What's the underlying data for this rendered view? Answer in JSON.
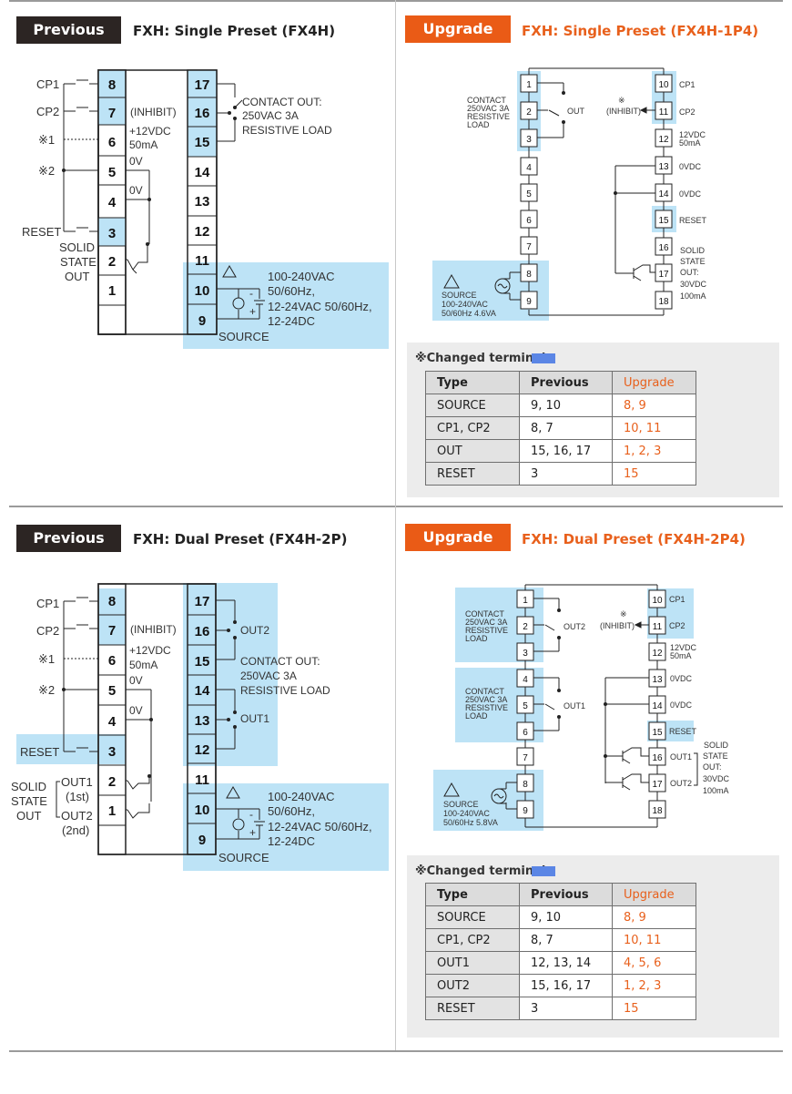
{
  "badges": {
    "previous": "Previous",
    "upgrade": "Upgrade"
  },
  "titles": {
    "tl": "FXH: Single Preset (FX4H)",
    "tr": "FXH: Single Preset (FX4H-1P4)",
    "bl": "FXH: Dual Preset (FX4H-2P)",
    "br": "FXH: Dual Preset (FX4H-2P4)"
  },
  "changed_terminal_label": "※Changed terminal",
  "table_headers": [
    "Type",
    "Previous",
    "Upgrade"
  ],
  "table_single": [
    [
      "SOURCE",
      "9, 10",
      "8, 9"
    ],
    [
      "CP1, CP2",
      "8, 7",
      "10, 11"
    ],
    [
      "OUT",
      "15, 16, 17",
      "1, 2, 3"
    ],
    [
      "RESET",
      "3",
      "15"
    ]
  ],
  "table_dual": [
    [
      "SOURCE",
      "9, 10",
      "8, 9"
    ],
    [
      "CP1, CP2",
      "8, 7",
      "10, 11"
    ],
    [
      "OUT1",
      "12, 13, 14",
      "4, 5, 6"
    ],
    [
      "OUT2",
      "15, 16, 17",
      "1, 2, 3"
    ],
    [
      "RESET",
      "3",
      "15"
    ]
  ],
  "single_prev": {
    "left_terminals": [
      "8",
      "7",
      "6",
      "5",
      "4",
      "3",
      "2",
      "1"
    ],
    "right_terminals": [
      "17",
      "16",
      "15",
      "14",
      "13",
      "12",
      "11",
      "10",
      "9"
    ],
    "left_labels": {
      "cp1": "CP1",
      "cp2": "CP2",
      "n1": "※1",
      "n2": "※2",
      "reset": "RESET",
      "solid1": "SOLID",
      "solid2": "STATE",
      "solid3": "OUT"
    },
    "center": {
      "inhibit": "(INHIBIT)",
      "v12": "+12VDC",
      "ma": "50mA",
      "zv1": "0V",
      "zv2": "0V"
    },
    "contact": [
      "CONTACT OUT:",
      "250VAC 3A",
      "RESISTIVE LOAD"
    ],
    "source": [
      "100-240VAC",
      "50/60Hz,",
      "12-24VAC 50/60Hz,",
      "12-24DC"
    ],
    "source_label": "SOURCE",
    "polarity": [
      "-",
      "+"
    ]
  },
  "dual_prev": {
    "left_terminals": [
      "8",
      "7",
      "6",
      "5",
      "4",
      "3",
      "2",
      "1"
    ],
    "right_terminals": [
      "17",
      "16",
      "15",
      "14",
      "13",
      "12",
      "11",
      "10",
      "9"
    ],
    "left_labels": {
      "cp1": "CP1",
      "cp2": "CP2",
      "n1": "※1",
      "n2": "※2",
      "reset": "RESET",
      "solid1": "SOLID",
      "solid2": "STATE",
      "solid3": "OUT",
      "out1": "OUT1",
      "out1b": "(1st)",
      "out2": "OUT2",
      "out2b": "(2nd)"
    },
    "center": {
      "inhibit": "(INHIBIT)",
      "v12": "+12VDC",
      "ma": "50mA",
      "zv1": "0V",
      "zv2": "0V"
    },
    "contact": [
      "CONTACT OUT:",
      "250VAC 3A",
      "RESISTIVE LOAD"
    ],
    "out2": "OUT2",
    "out1": "OUT1",
    "source": [
      "100-240VAC",
      "50/60Hz,",
      "12-24VAC 50/60Hz,",
      "12-24DC"
    ],
    "source_label": "SOURCE",
    "polarity": [
      "-",
      "+"
    ]
  },
  "single_up": {
    "left_terminals": [
      "1",
      "2",
      "3",
      "4",
      "5",
      "6",
      "7",
      "8",
      "9"
    ],
    "right_terminals": [
      "10",
      "11",
      "12",
      "13",
      "14",
      "15",
      "16",
      "17",
      "18"
    ],
    "contact": [
      "CONTACT",
      "250VAC 3A",
      "RESISTIVE",
      "LOAD"
    ],
    "out": "OUT",
    "inhibit_mark": "※",
    "inhibit": "(INHIBIT)",
    "cp1": "CP1",
    "cp2": "CP2",
    "v12": [
      "12VDC",
      "50mA"
    ],
    "zero1": "0VDC",
    "zero2": "0VDC",
    "reset": "RESET",
    "solid": [
      "SOLID",
      "STATE",
      "OUT:",
      "30VDC",
      "100mA"
    ],
    "source": [
      "SOURCE",
      "100-240VAC",
      "50/60Hz 4.6VA"
    ]
  },
  "dual_up": {
    "left_terminals": [
      "1",
      "2",
      "3",
      "4",
      "5",
      "6",
      "7",
      "8",
      "9"
    ],
    "right_terminals": [
      "10",
      "11",
      "12",
      "13",
      "14",
      "15",
      "16",
      "17",
      "18"
    ],
    "contact": [
      "CONTACT",
      "250VAC 3A",
      "RESISTIVE",
      "LOAD"
    ],
    "out2": "OUT2",
    "out1": "OUT1",
    "inhibit_mark": "※",
    "inhibit": "(INHIBIT)",
    "cp1": "CP1",
    "cp2": "CP2",
    "v12": [
      "12VDC",
      "50mA"
    ],
    "zero1": "0VDC",
    "zero2": "0VDC",
    "reset": "RESET",
    "r_out1": "OUT1",
    "r_out2": "OUT2",
    "solid": [
      "SOLID",
      "STATE",
      "OUT:",
      "30VDC",
      "100mA"
    ],
    "source": [
      "SOURCE",
      "100-240VAC",
      "50/60Hz 5.8VA"
    ]
  },
  "colors": {
    "highlight": "#bde3f6",
    "orange": "#ea5b16",
    "dark": "#2c2523",
    "swatch": "#5b86e5"
  }
}
